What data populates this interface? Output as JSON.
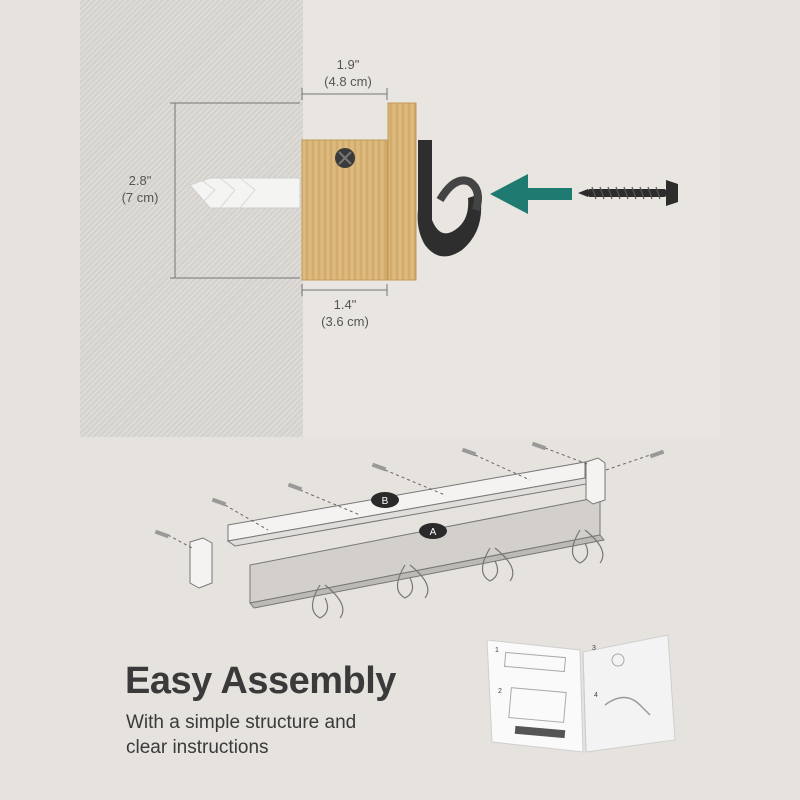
{
  "dimensions": {
    "top_width_in": "1.9\"",
    "top_width_cm": "(4.8 cm)",
    "height_in": "2.8\"",
    "height_cm": "(7 cm)",
    "base_width_in": "1.4\"",
    "base_width_cm": "(3.6 cm)"
  },
  "diagram": {
    "part_a_label": "A",
    "part_b_label": "B"
  },
  "headline": "Easy Assembly",
  "subline_1": "With a simple structure and",
  "subline_2": "clear instructions",
  "manual": {
    "step_1": "1",
    "step_2": "2",
    "step_3": "3",
    "step_4": "4"
  },
  "colors": {
    "background": "#e6e2de",
    "wood": "#d9b577",
    "hook": "#2e2e2e",
    "arrow": "#1f7a72",
    "panel": "#d3d0cc"
  }
}
